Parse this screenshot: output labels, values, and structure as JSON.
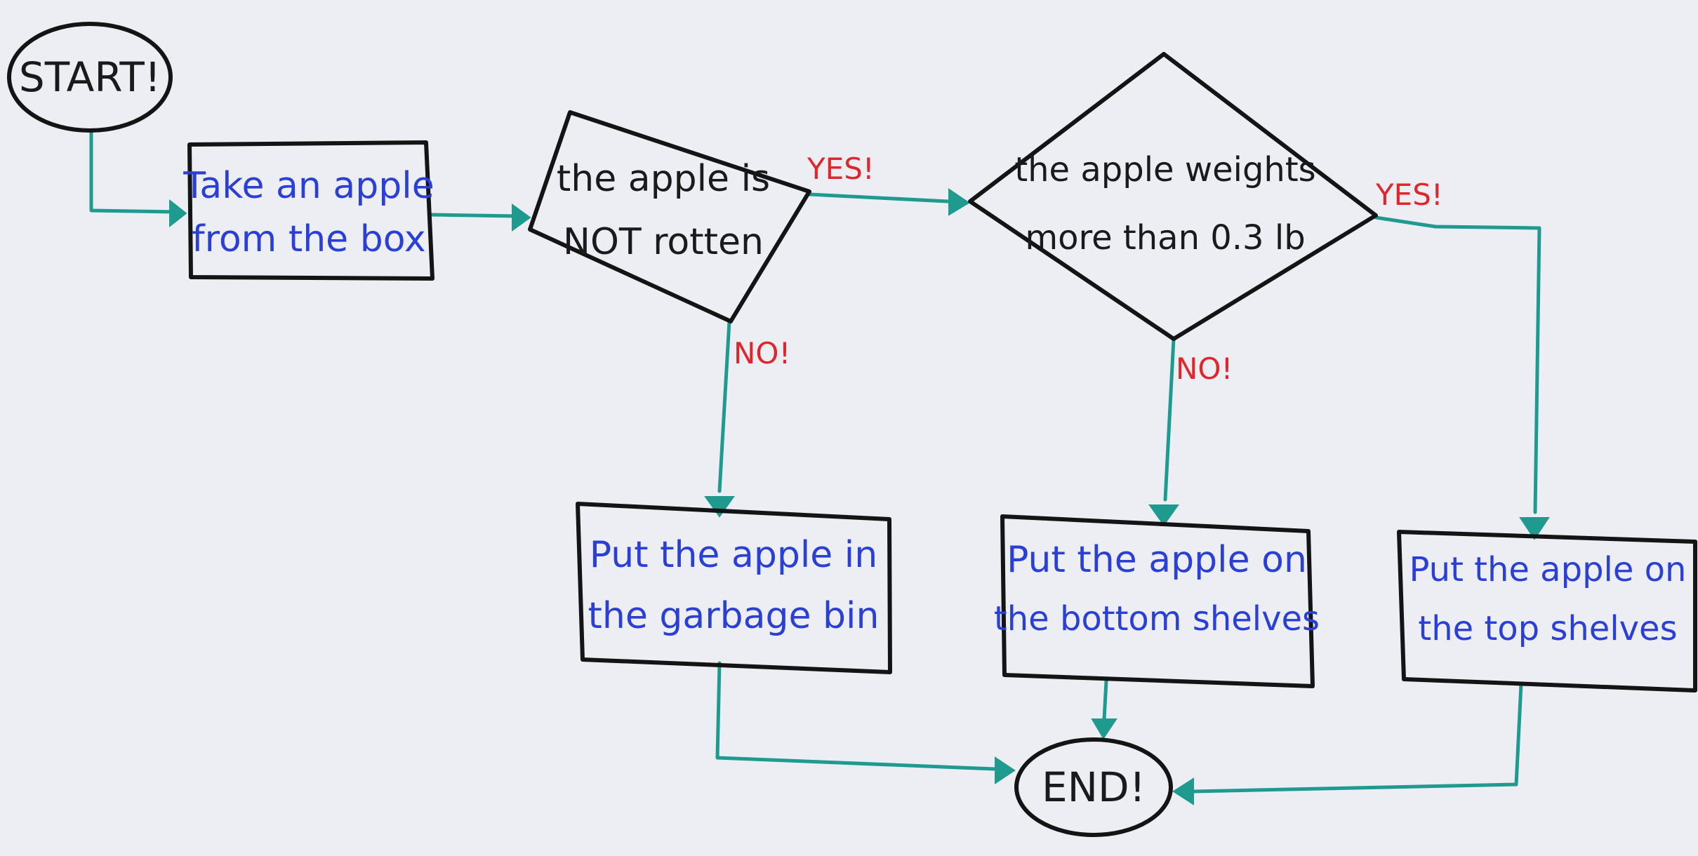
{
  "colors": {
    "paper": "#eceef4",
    "outline": "#141414",
    "connector": "#1f9a8f",
    "action_text": "#2a3fd6",
    "decision_text": "#1a1a1a",
    "branch_label": "#e0262a"
  },
  "nodes": {
    "start": {
      "label": "START!"
    },
    "take_apple": {
      "line1": "Take an apple",
      "line2": "from the box"
    },
    "not_rotten": {
      "line1": "the apple is",
      "line2": "NOT rotten"
    },
    "weight": {
      "line1": "the apple weights",
      "line2": "more than 0.3 lb"
    },
    "garbage": {
      "line1": "Put the apple in",
      "line2": "the garbage bin"
    },
    "bottom_shelves": {
      "line1": "Put the apple on",
      "line2": "the bottom shelves"
    },
    "top_shelves": {
      "line1": "Put the apple on",
      "line2": "the top shelves"
    },
    "end": {
      "label": "END!"
    }
  },
  "branch_labels": {
    "rotten_yes": "YES!",
    "rotten_no": "NO!",
    "weight_yes": "YES!",
    "weight_no": "NO!"
  }
}
